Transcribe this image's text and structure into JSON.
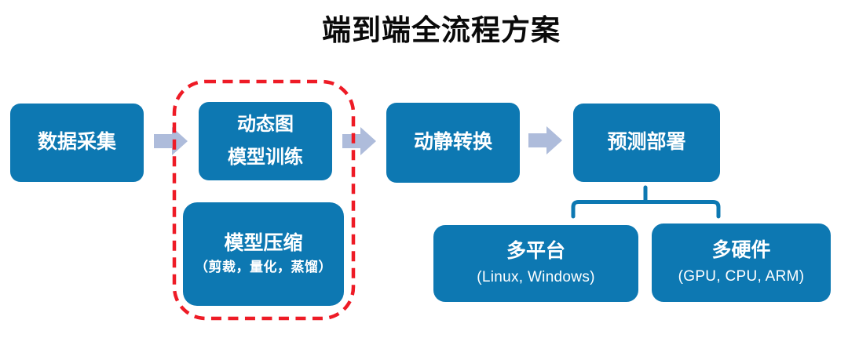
{
  "title": "端到端全流程方案",
  "colors": {
    "node_fill": "#0d78b2",
    "node_text": "#ffffff",
    "flow_arrow": "#aebcdb",
    "group_outline_red": "#ee1b26",
    "bracket_blue": "#0d78b2",
    "title_text": "#0a0a0a",
    "background": "#ffffff"
  },
  "nodes": {
    "data_collection": {
      "label": "数据采集"
    },
    "dynamic_graph_training": {
      "line1": "动态图",
      "line2": "模型训练"
    },
    "model_compression": {
      "label": "模型压缩",
      "sublabel": "（剪裁，量化，蒸馏）"
    },
    "dynamic_static_conversion": {
      "label": "动静转换"
    },
    "prediction_deployment": {
      "label": "预测部署"
    },
    "multi_platform": {
      "label": "多平台",
      "sublabel": "(Linux, Windows)"
    },
    "multi_hardware": {
      "label": "多硬件",
      "sublabel": "(GPU, CPU, ARM)"
    }
  }
}
